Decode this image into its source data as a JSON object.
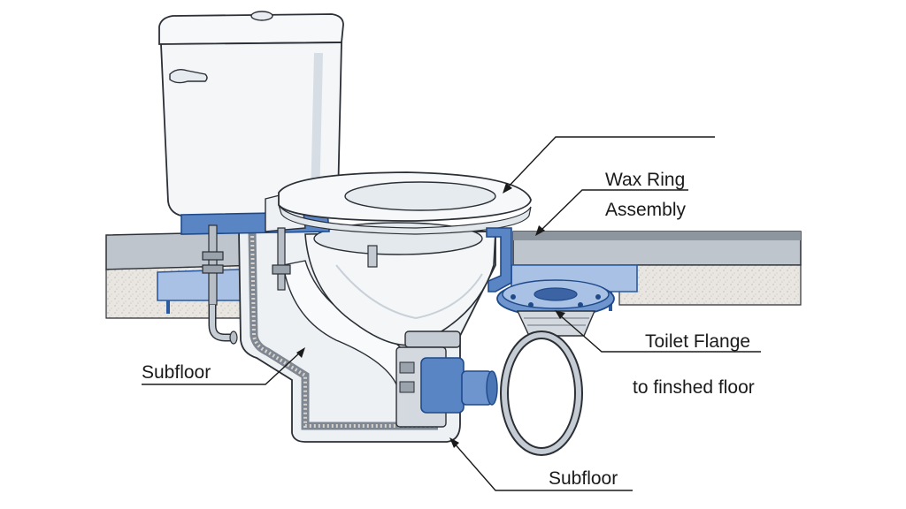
{
  "labels": {
    "wax_ring_line1": "Wax Ring",
    "wax_ring_line2": "Assembly",
    "toilet_flange": "Toilet Flange",
    "finished_floor": "to finshed floor",
    "subfloor_left": "Subfloor",
    "subfloor_bottom": "Subfloor"
  },
  "colors": {
    "outline": "#2b2f36",
    "porcelain": "#f4f6f8",
    "shade": "#dde3ea",
    "blue": "#5a85c4",
    "blue_light": "#a9c1e4",
    "floor_top": "#8d959f",
    "floor_band": "#c9cdd2",
    "concrete": "#e6e3de",
    "steel": "#b8bec6"
  }
}
